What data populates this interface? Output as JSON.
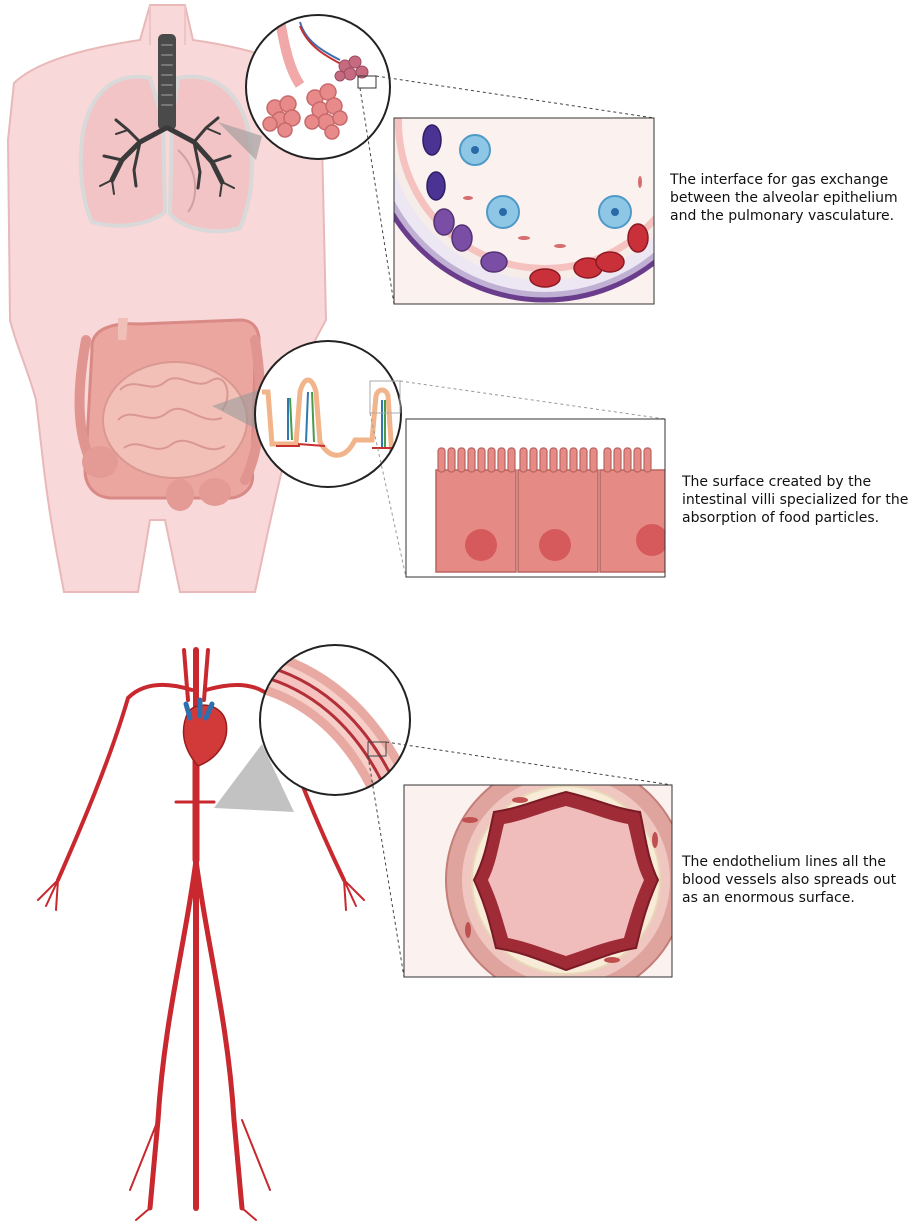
{
  "captions": {
    "lungs": {
      "lines": [
        "The interface for gas exchange",
        "between the alveolar epithelium",
        "and the pulmonary vasculature."
      ]
    },
    "intestine": {
      "lines": [
        "The surface created by the",
        "intestinal villi specialized for the",
        "absorption of food particles."
      ]
    },
    "vessels": {
      "lines": [
        "The endothelium lines all the",
        "blood vessels also spreads out",
        "as an enormous surface."
      ]
    }
  },
  "colors": {
    "skin": "#f8d8d8",
    "skin_outline": "#e9b8b8",
    "lung": "#f2c4c6",
    "airway": "#3a3a3a",
    "intestine": "#eca6a0",
    "epithelium": "#e68a86",
    "artery": "#c8282e",
    "vein": "#2e6fb0",
    "rbc": "#c9303a",
    "purple_cell": "#6a3c8c",
    "macrophage": "#8ec7e6"
  },
  "icons": [
    "human-torso",
    "lungs",
    "bronchial-tree",
    "alveoli",
    "intestine",
    "villi",
    "heart",
    "arterial-system",
    "blood-vessel-cross-section"
  ]
}
